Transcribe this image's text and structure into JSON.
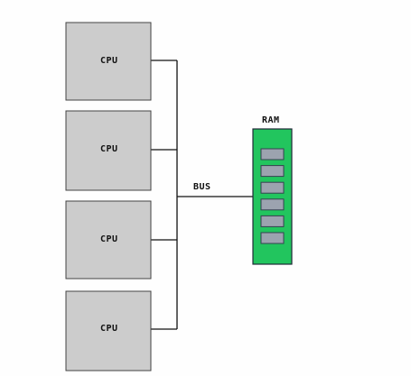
{
  "diagram": {
    "cpus": [
      "CPU",
      "CPU",
      "CPU",
      "CPU"
    ],
    "bus_label": "BUS",
    "ram_label": "RAM",
    "ram_cells": 6,
    "colors": {
      "cpu_fill": "#cccccc",
      "cpu_stroke": "#444444",
      "ram_fill": "#22c55e",
      "ram_stroke": "#1f2937",
      "ram_cell_fill": "#9ca3af",
      "line": "#111111"
    }
  }
}
